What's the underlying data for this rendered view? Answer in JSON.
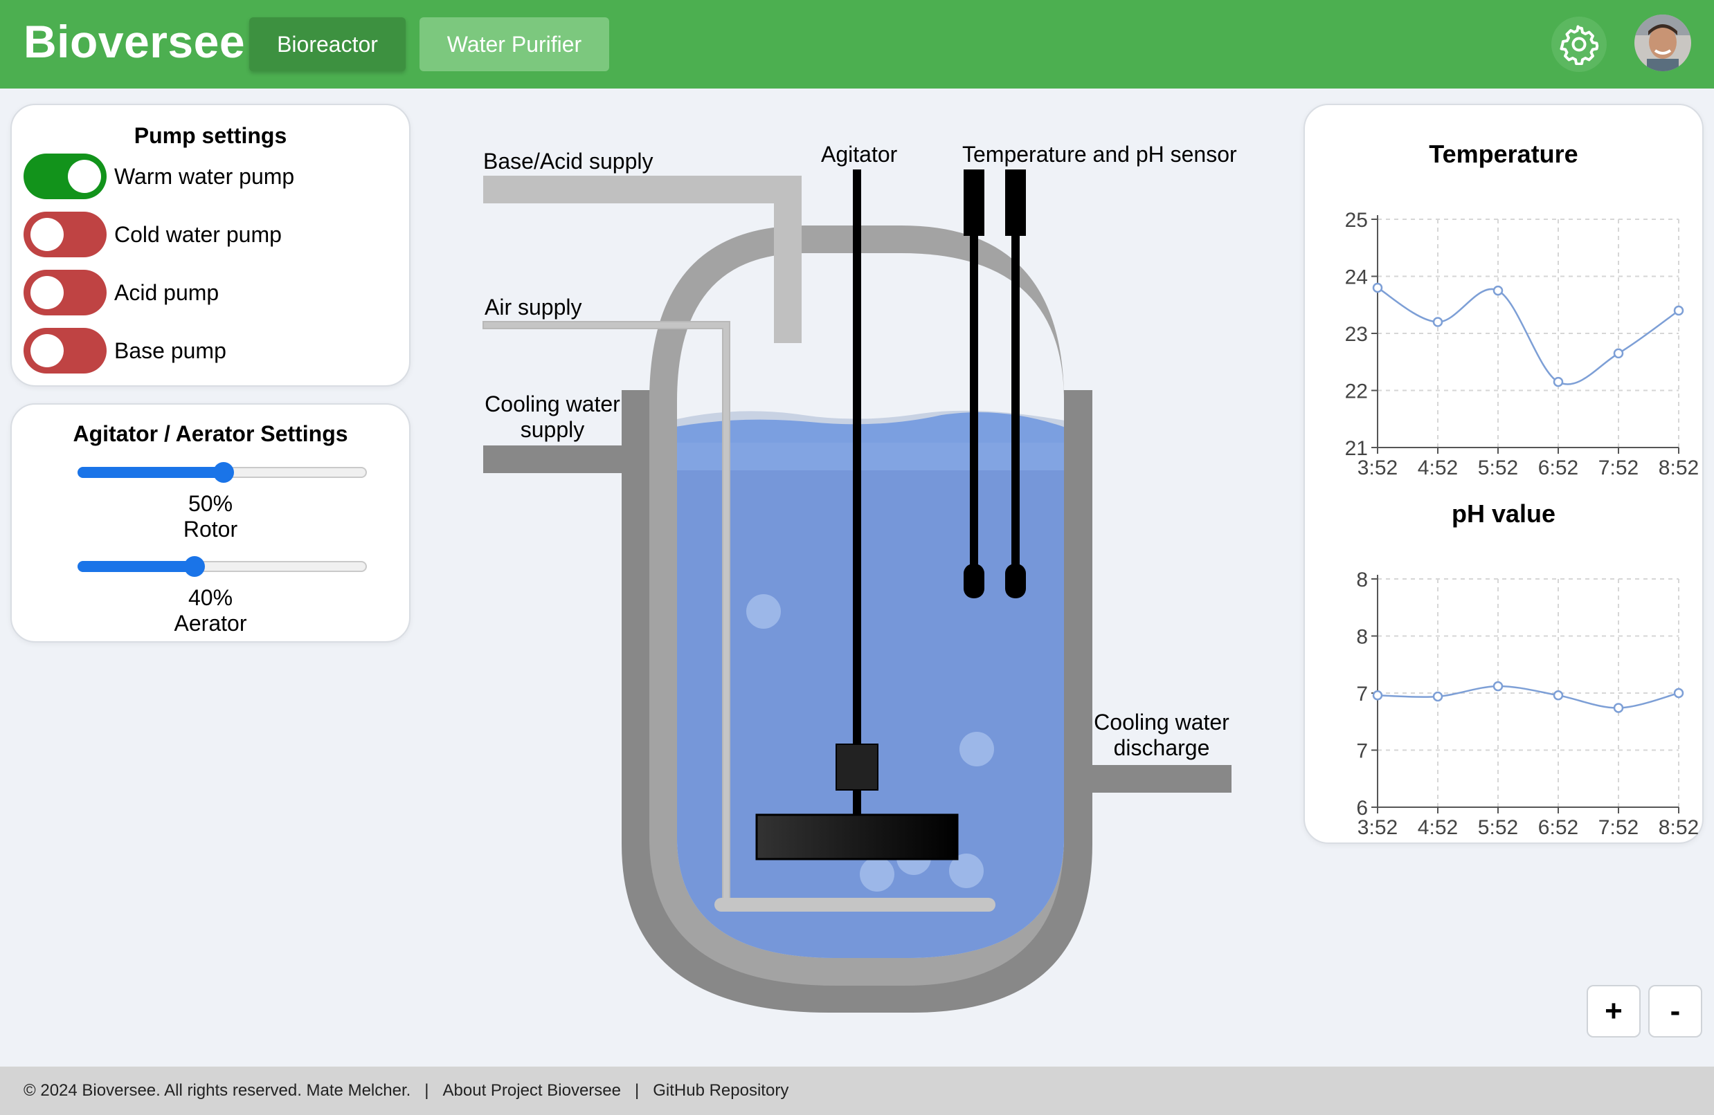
{
  "header": {
    "brand": "Bioversee",
    "nav": [
      {
        "label": "Bioreactor",
        "active": true
      },
      {
        "label": "Water Purifier",
        "active": false
      }
    ],
    "icons": [
      "gear-icon",
      "avatar"
    ]
  },
  "pump_settings": {
    "title": "Pump settings",
    "pumps": [
      {
        "label": "Warm water pump",
        "on": true
      },
      {
        "label": "Cold water pump",
        "on": false
      },
      {
        "label": "Acid pump",
        "on": false
      },
      {
        "label": "Base pump",
        "on": false
      }
    ]
  },
  "agitator_settings": {
    "title": "Agitator / Aerator Settings",
    "rotor": {
      "value": 50,
      "value_text": "50%",
      "label": "Rotor"
    },
    "aerator": {
      "value": 40,
      "value_text": "40%",
      "label": "Aerator"
    }
  },
  "diagram": {
    "labels": {
      "base_acid": "Base/Acid supply",
      "agitator": "Agitator",
      "sensor": "Temperature and pH sensor",
      "air": "Air supply",
      "cooling_supply_1": "Cooling water",
      "cooling_supply_2": "supply",
      "cooling_discharge_1": "Cooling water",
      "cooling_discharge_2": "discharge"
    }
  },
  "chart_data": [
    {
      "type": "line",
      "title": "Temperature",
      "categories": [
        "3:52",
        "4:52",
        "5:52",
        "6:52",
        "7:52",
        "8:52"
      ],
      "x": [
        0,
        1,
        2,
        3,
        4,
        5
      ],
      "point_x": [
        0,
        1,
        2,
        3,
        4,
        5
      ],
      "values": [
        23.8,
        23.2,
        23.75,
        22.15,
        22.65,
        23.4
      ],
      "yticks": [
        "21",
        "22",
        "23",
        "24",
        "25"
      ],
      "ylim": [
        21,
        25
      ],
      "grid": true,
      "color": "#7d9fd6"
    },
    {
      "type": "line",
      "title": "pH value",
      "categories": [
        "3:52",
        "4:52",
        "5:52",
        "6:52",
        "7:52",
        "8:52"
      ],
      "x": [
        0,
        1,
        2,
        3,
        4,
        5
      ],
      "values": [
        6.98,
        6.97,
        7.06,
        6.98,
        6.87,
        7.0
      ],
      "yticks": [
        "6",
        "7",
        "7",
        "8",
        "8"
      ],
      "ylim": [
        6,
        8
      ],
      "grid": true,
      "color": "#7d9fd6"
    }
  ],
  "zoom": {
    "in_label": "+",
    "out_label": "-"
  },
  "footer": {
    "copyright": "© 2024 Bioversee. All rights reserved. Mate Melcher.",
    "separator": "|",
    "about": "About Project Bioversee",
    "github": "GitHub Repository"
  }
}
